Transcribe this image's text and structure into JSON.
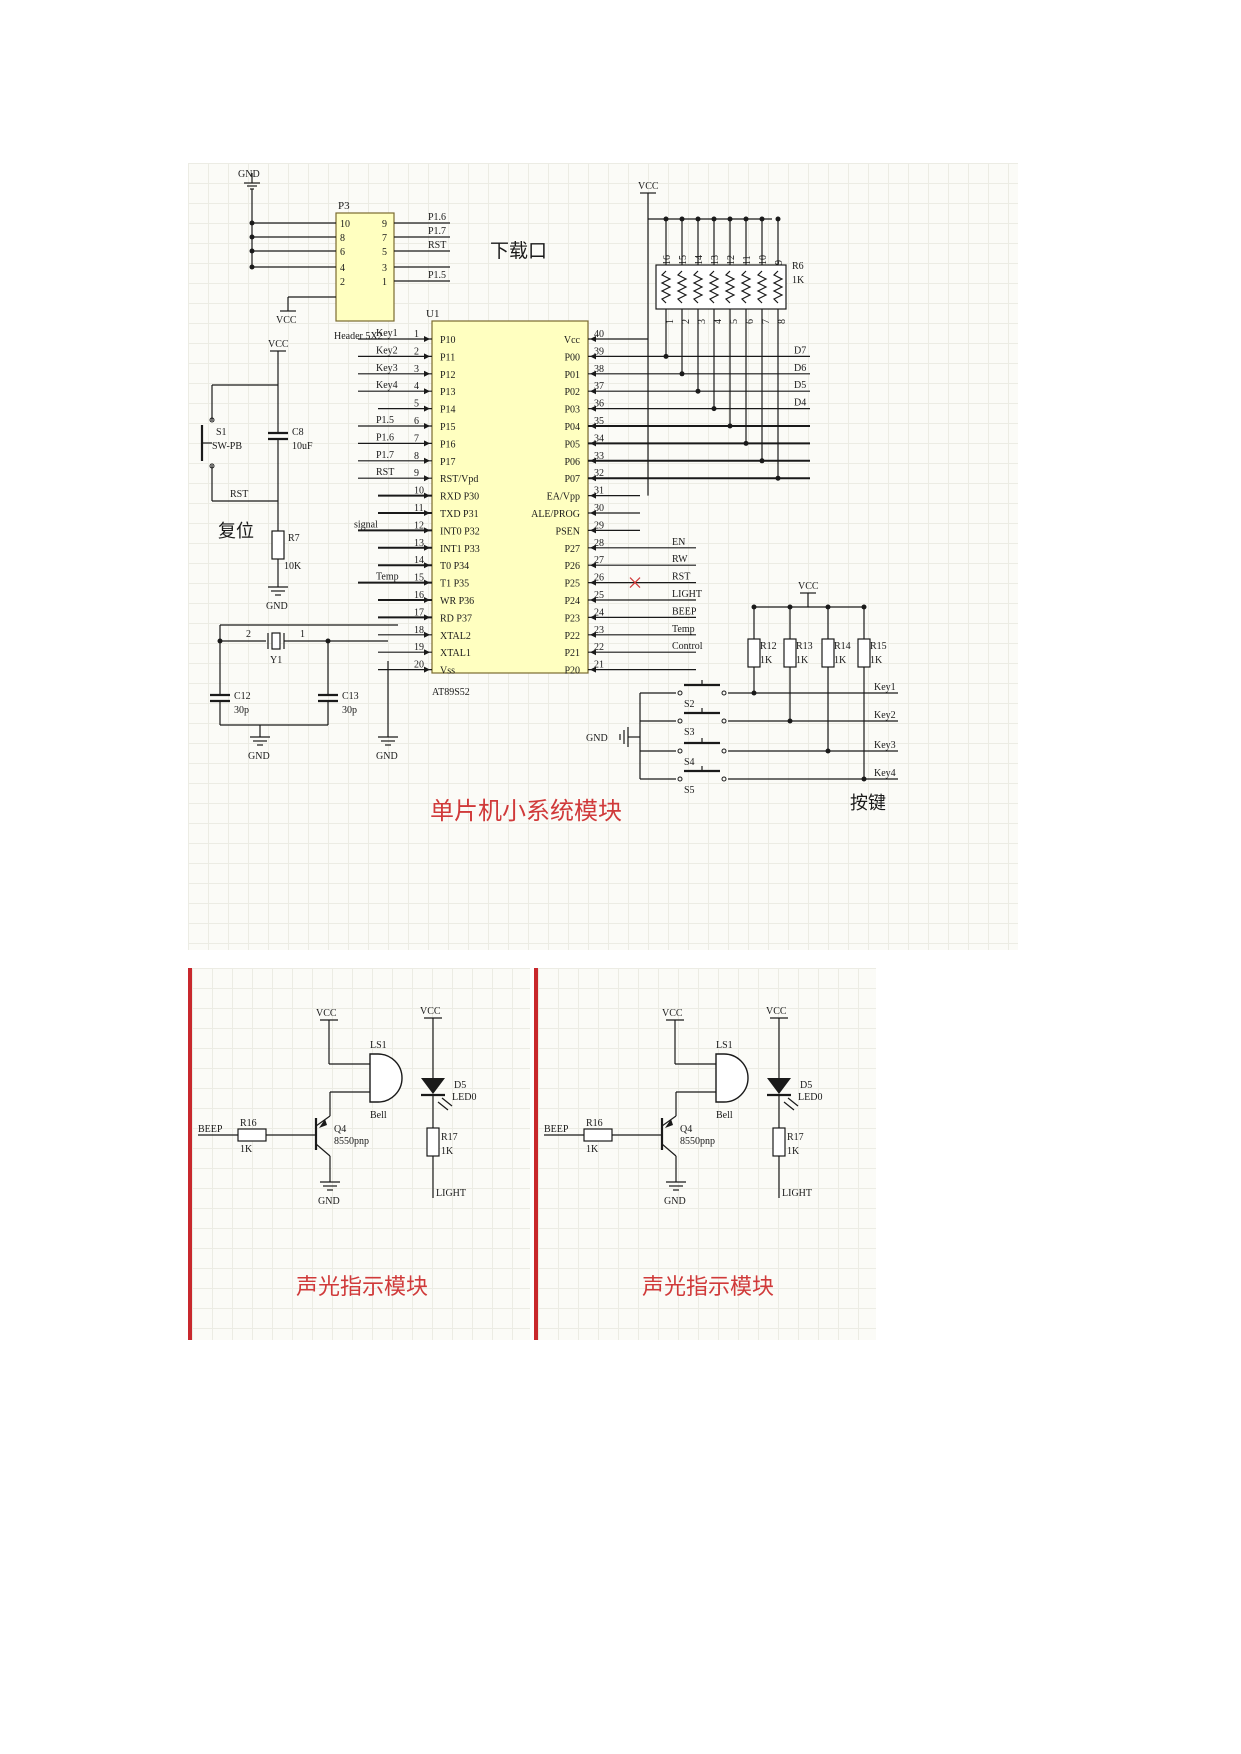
{
  "main": {
    "title": "单片机小系统模块",
    "download_label": "下载口",
    "reset_label": "复位",
    "keys_label": "按键",
    "header": {
      "ref": "P3",
      "name": "Header 5X2",
      "left_pins": [
        "10",
        "8",
        "6",
        "4",
        "2"
      ],
      "right_pins": [
        "9",
        "7",
        "5",
        "3",
        "1"
      ],
      "right_nets": [
        "P1.6",
        "P1.7",
        "RST",
        "P1.5"
      ],
      "gnd": "GND",
      "vcc": "VCC"
    },
    "reset": {
      "switch_ref": "S1",
      "switch_name": "SW-PB",
      "cap_ref": "C8",
      "cap_value": "10uF",
      "res_ref": "R7",
      "res_value": "10K",
      "net": "RST",
      "vcc": "VCC",
      "gnd": "GND"
    },
    "mcu": {
      "ref": "U1",
      "name": "AT89S52",
      "left_pins": [
        {
          "num": "1",
          "name": "P10",
          "net": "Key1"
        },
        {
          "num": "2",
          "name": "P11",
          "net": "Key2"
        },
        {
          "num": "3",
          "name": "P12",
          "net": "Key3"
        },
        {
          "num": "4",
          "name": "P13",
          "net": "Key4"
        },
        {
          "num": "5",
          "name": "P14",
          "net": ""
        },
        {
          "num": "6",
          "name": "P15",
          "net": "P1.5"
        },
        {
          "num": "7",
          "name": "P16",
          "net": "P1.6"
        },
        {
          "num": "8",
          "name": "P17",
          "net": "P1.7"
        },
        {
          "num": "9",
          "name": "RST/Vpd",
          "net": "RST"
        },
        {
          "num": "10",
          "name": "RXD P30",
          "net": ""
        },
        {
          "num": "11",
          "name": "TXD P31",
          "net": ""
        },
        {
          "num": "12",
          "name": "INT0 P32",
          "net": "signal"
        },
        {
          "num": "13",
          "name": "INT1 P33",
          "net": ""
        },
        {
          "num": "14",
          "name": "T0 P34",
          "net": ""
        },
        {
          "num": "15",
          "name": "T1 P35",
          "net": "Temp"
        },
        {
          "num": "16",
          "name": "WR P36",
          "net": ""
        },
        {
          "num": "17",
          "name": "RD P37",
          "net": ""
        },
        {
          "num": "18",
          "name": "XTAL2",
          "net": ""
        },
        {
          "num": "19",
          "name": "XTAL1",
          "net": ""
        },
        {
          "num": "20",
          "name": "Vss",
          "net": ""
        }
      ],
      "right_pins": [
        {
          "num": "40",
          "name": "Vcc",
          "net": ""
        },
        {
          "num": "39",
          "name": "P00",
          "net": "D7"
        },
        {
          "num": "38",
          "name": "P01",
          "net": "D6"
        },
        {
          "num": "37",
          "name": "P02",
          "net": "D5"
        },
        {
          "num": "36",
          "name": "P03",
          "net": "D4"
        },
        {
          "num": "35",
          "name": "P04",
          "net": ""
        },
        {
          "num": "34",
          "name": "P05",
          "net": ""
        },
        {
          "num": "33",
          "name": "P06",
          "net": ""
        },
        {
          "num": "32",
          "name": "P07",
          "net": ""
        },
        {
          "num": "31",
          "name": "EA/Vpp",
          "net": ""
        },
        {
          "num": "30",
          "name": "ALE/PROG",
          "net": ""
        },
        {
          "num": "29",
          "name": "PSEN",
          "net": ""
        },
        {
          "num": "28",
          "name": "P27",
          "net": "EN"
        },
        {
          "num": "27",
          "name": "P26",
          "net": "RW"
        },
        {
          "num": "26",
          "name": "P25",
          "net": "RST"
        },
        {
          "num": "25",
          "name": "P24",
          "net": "LIGHT"
        },
        {
          "num": "24",
          "name": "P23",
          "net": "BEEP"
        },
        {
          "num": "23",
          "name": "P22",
          "net": "Temp"
        },
        {
          "num": "22",
          "name": "P21",
          "net": "Control"
        },
        {
          "num": "21",
          "name": "P20",
          "net": ""
        }
      ]
    },
    "rpack": {
      "ref": "R6",
      "value": "1K",
      "vcc": "VCC",
      "top_pins": [
        "16",
        "15",
        "14",
        "13",
        "12",
        "11",
        "10",
        "9"
      ],
      "bottom_pins": [
        "1",
        "2",
        "3",
        "4",
        "5",
        "6",
        "7",
        "8"
      ]
    },
    "crystal": {
      "ref": "Y1",
      "pin_a": "2",
      "pin_b": "1",
      "c1_ref": "C12",
      "c1_value": "30p",
      "c2_ref": "C13",
      "c2_value": "30p",
      "gnd": "GND"
    },
    "vss_gnd": "GND",
    "keypad": {
      "vcc": "VCC",
      "gnd": "GND",
      "resistors": [
        {
          "ref": "R12",
          "value": "1K"
        },
        {
          "ref": "R13",
          "value": "1K"
        },
        {
          "ref": "R14",
          "value": "1K"
        },
        {
          "ref": "R15",
          "value": "1K"
        }
      ],
      "switches": [
        "S2",
        "S3",
        "S4",
        "S5"
      ],
      "nets": [
        "Key1",
        "Key2",
        "Key3",
        "Key4"
      ]
    }
  },
  "indicator": {
    "title": "声光指示模块",
    "vcc": "VCC",
    "gnd": "GND",
    "bell_ref": "LS1",
    "bell_name": "Bell",
    "led_ref": "D5",
    "led_name": "LED0",
    "res1_ref": "R16",
    "res1_value": "1K",
    "res2_ref": "R17",
    "res2_value": "1K",
    "transistor_ref": "Q4",
    "transistor_name": "8550pnp",
    "beep_net": "BEEP",
    "light_net": "LIGHT"
  }
}
